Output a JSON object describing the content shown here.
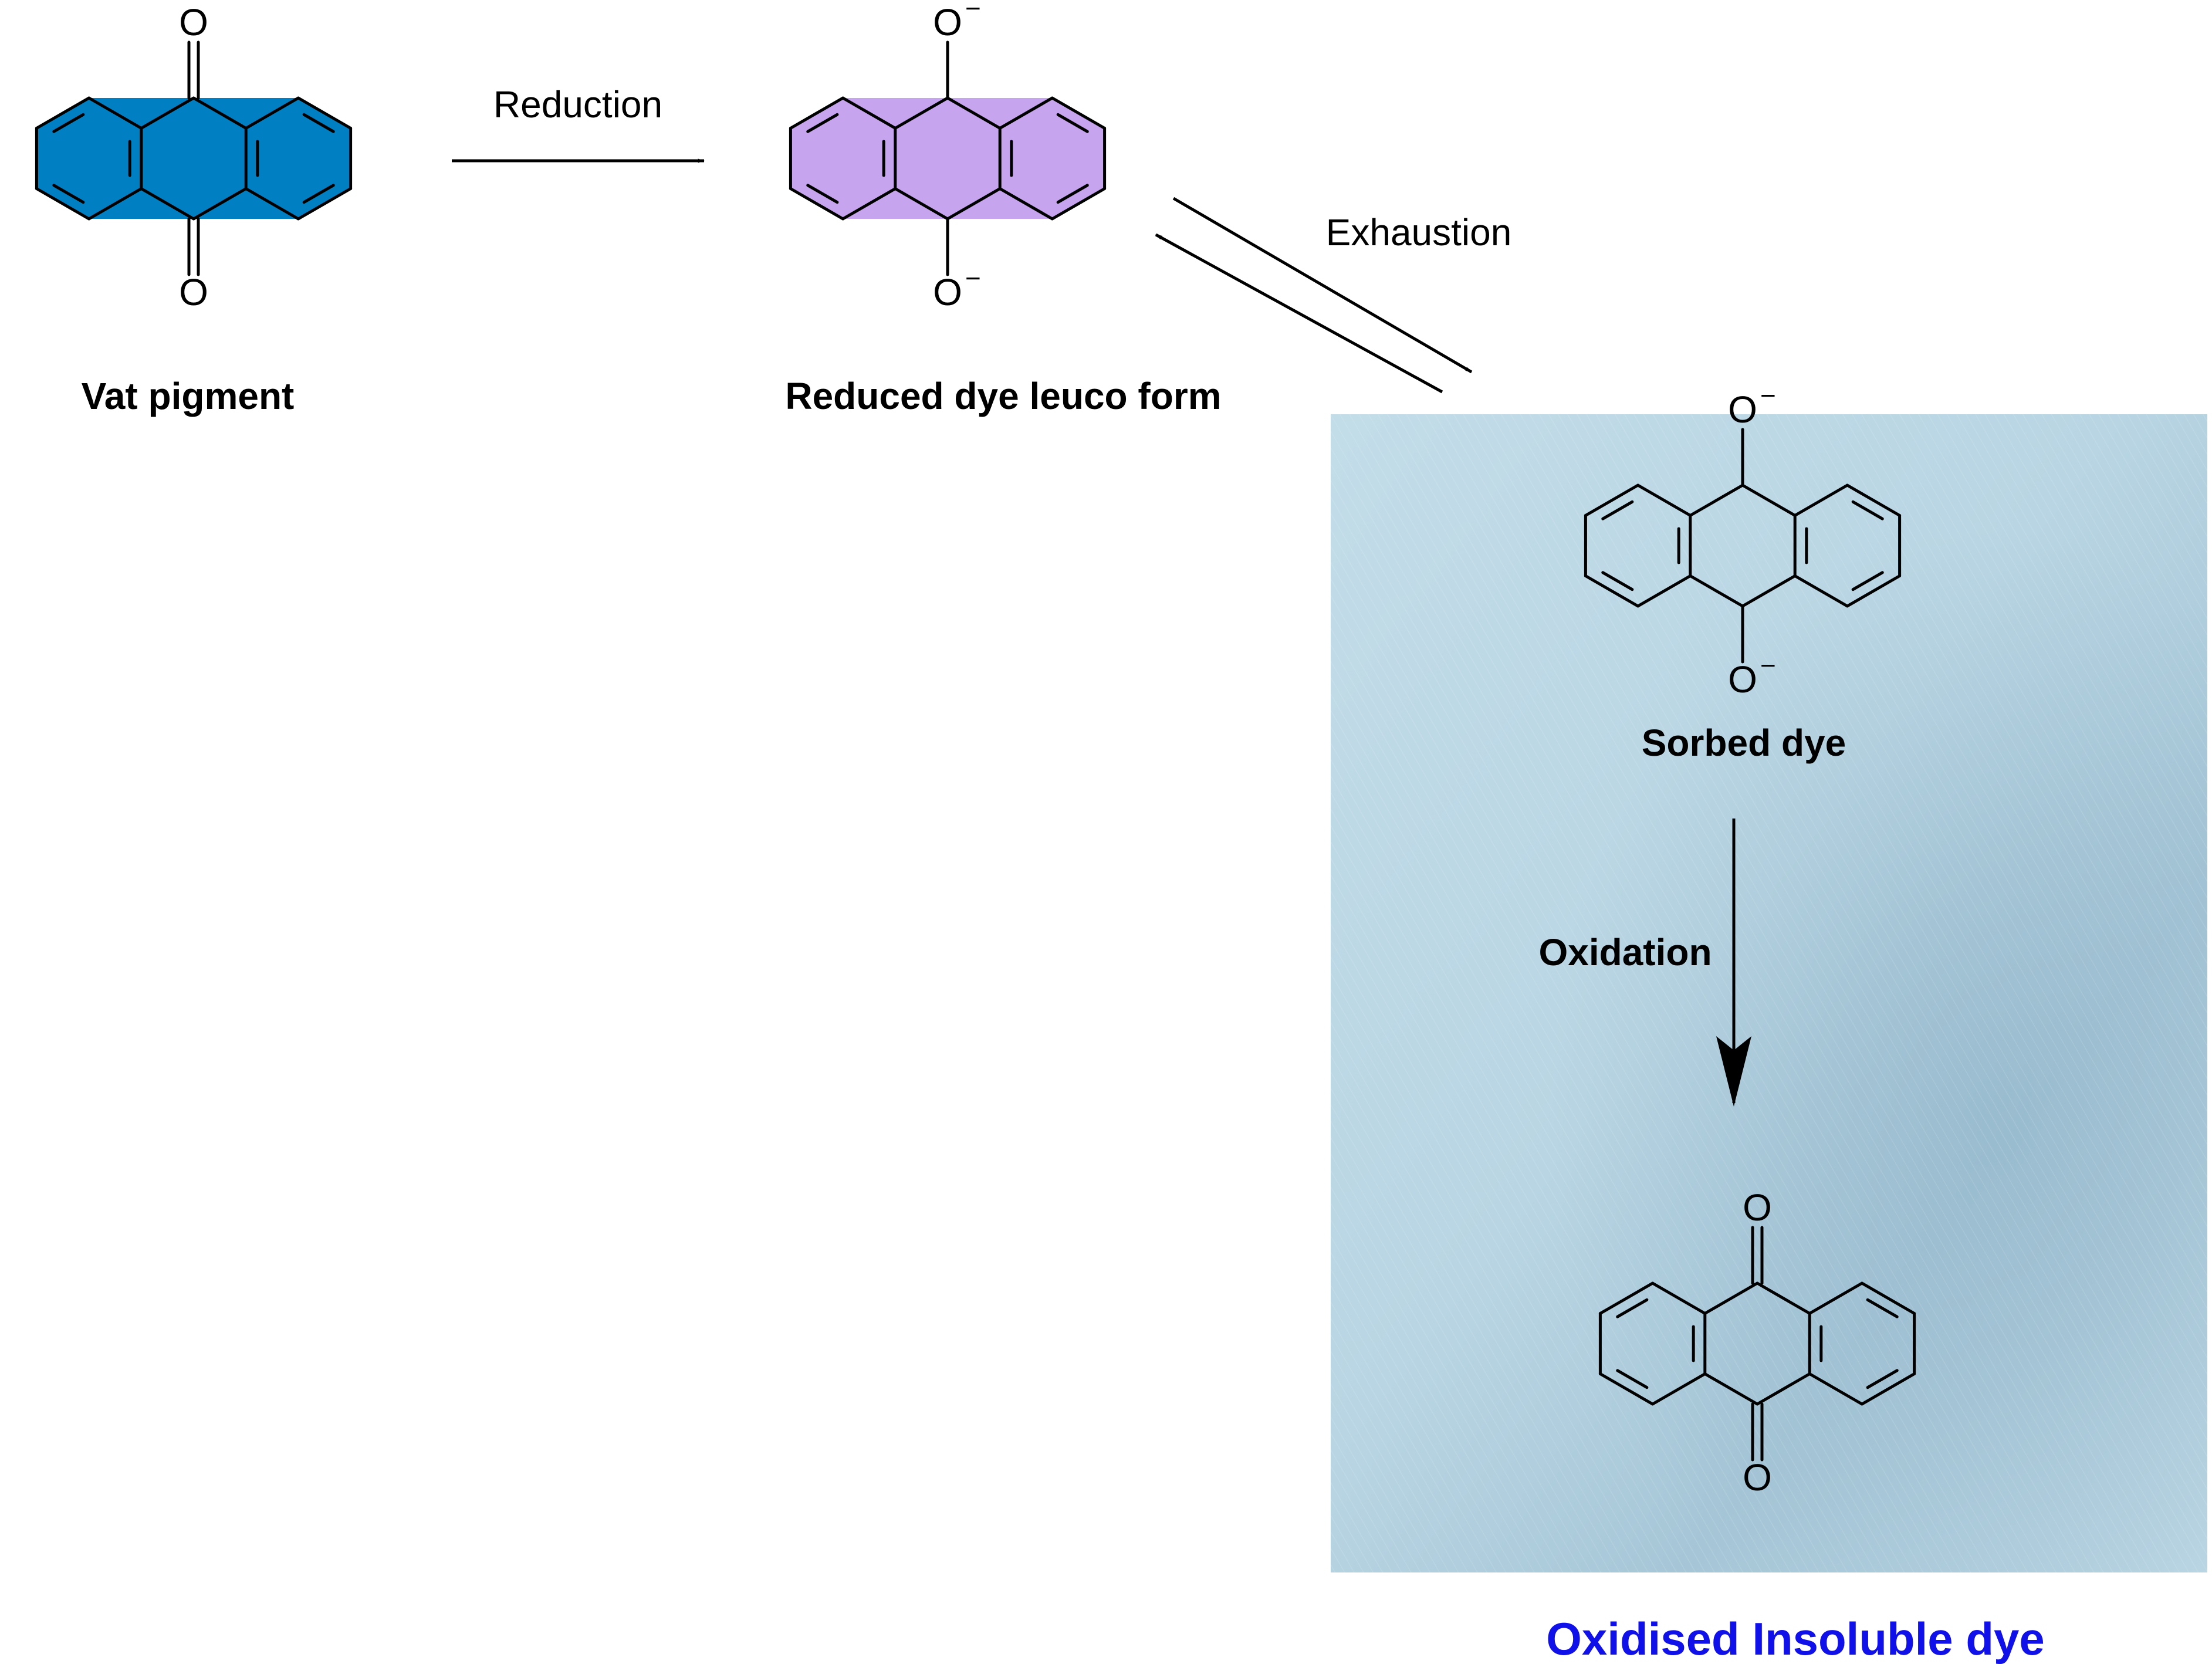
{
  "molecules": {
    "vat_pigment": {
      "label": "Vat pigment",
      "top_atom": "O",
      "bottom_atom": "O",
      "fill": "#0080C2"
    },
    "reduced_leuco": {
      "label": "Reduced dye leuco form",
      "top_atom": "O",
      "top_charge": "−",
      "bottom_atom": "O",
      "bottom_charge": "−",
      "fill": "#C6A4EE"
    },
    "sorbed_dye": {
      "label": "Sorbed dye",
      "top_atom": "O",
      "top_charge": "−",
      "bottom_atom": "O",
      "bottom_charge": "−"
    },
    "oxidised_dye": {
      "label": "Oxidised Insoluble dye",
      "top_atom": "O",
      "bottom_atom": "O",
      "label_color": "#1010E8"
    }
  },
  "arrows": {
    "reduction": "Reduction",
    "exhaustion": "Exhaustion",
    "oxidation": "Oxidation"
  },
  "fabric": {
    "color": "#BCD7E4",
    "shade": "#9EC0D2"
  }
}
